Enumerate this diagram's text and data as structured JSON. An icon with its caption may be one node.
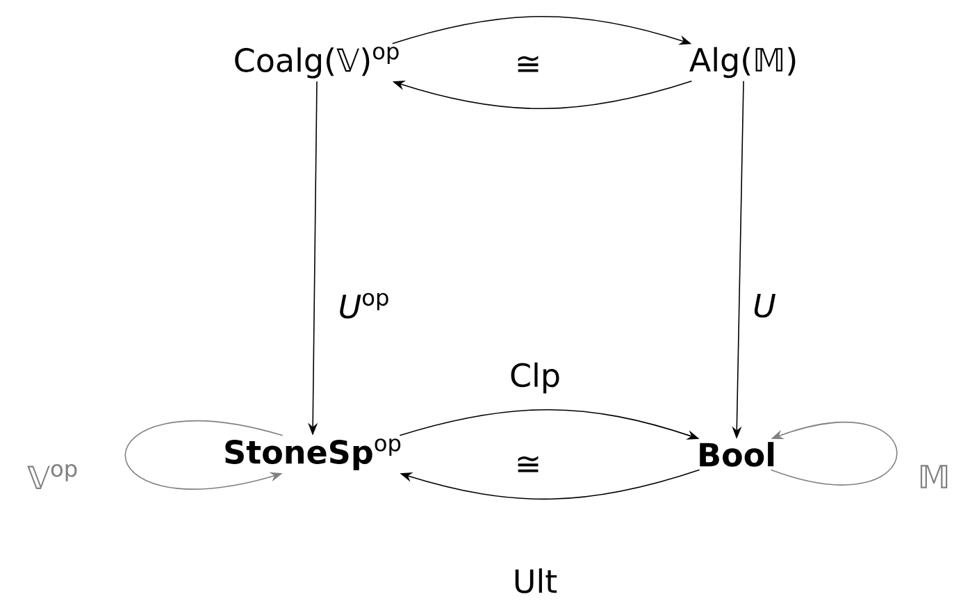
{
  "diagram": {
    "nodes": [
      {
        "text": [
          "Coalg(𝕍)$^{op}$"
        ]
      },
      {
        "text": [
          "Alg(𝕄)"
        ]
      },
      {
        "text": [
          "**StoneSp**$^{op}$"
        ]
      },
      {
        "text": [
          "**Bool**"
        ]
      }
    ],
    "edges": [
      {
        "from": 0,
        "to": 1,
        "arrow": "to"
      },
      {
        "from": 1,
        "to": 0,
        "arrow": "to"
      },
      {
        "from": 0,
        "to": 2,
        "arrow": "to",
        "label": "*U*$^{op}$"
      },
      {
        "from": 1,
        "to": 3,
        "arrow": "to",
        "label": "*U*"
      },
      {
        "from": 2,
        "to": 3,
        "arrow": "to",
        "label": "Clp"
      },
      {
        "from": 3,
        "to": 2,
        "arrow": "to",
        "label": "Ult"
      },
      {
        "from": 2,
        "to": 2,
        "arrow": "to",
        "label": "𝕍$^{op}$",
        "color": "#808080"
      },
      {
        "from": 3,
        "to": 3,
        "arrow": "to",
        "label": "𝕄",
        "color": "#808080"
      }
    ],
    "labels": [
      "≅",
      "≅"
    ]
  }
}
